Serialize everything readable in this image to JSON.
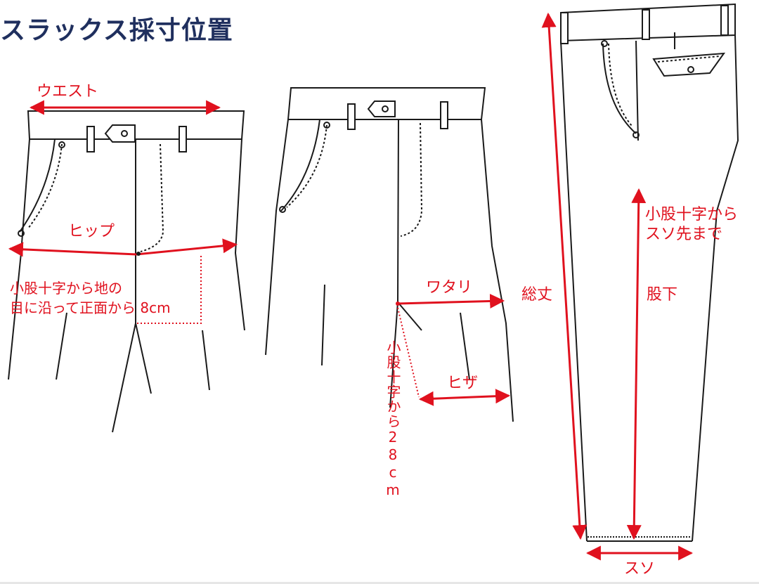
{
  "title": "スラックス採寸位置",
  "colors": {
    "title": "#1f2f5e",
    "measure": "#e0111e",
    "line": "#1a1a1a",
    "background": "#ffffff"
  },
  "labels": {
    "waist": "ウエスト",
    "hip": "ヒップ",
    "hip_note_line1": "小股十字から地の",
    "hip_note_line2": "目に沿って正面から 8cm",
    "thigh": "ワタリ",
    "knee": "ヒザ",
    "knee_note": "小股十字から28cm",
    "total_length": "総丈",
    "inseam_note_line1": "小股十字から",
    "inseam_note_line2": "スソ先まで",
    "inseam": "股下",
    "hem": "スソ"
  }
}
